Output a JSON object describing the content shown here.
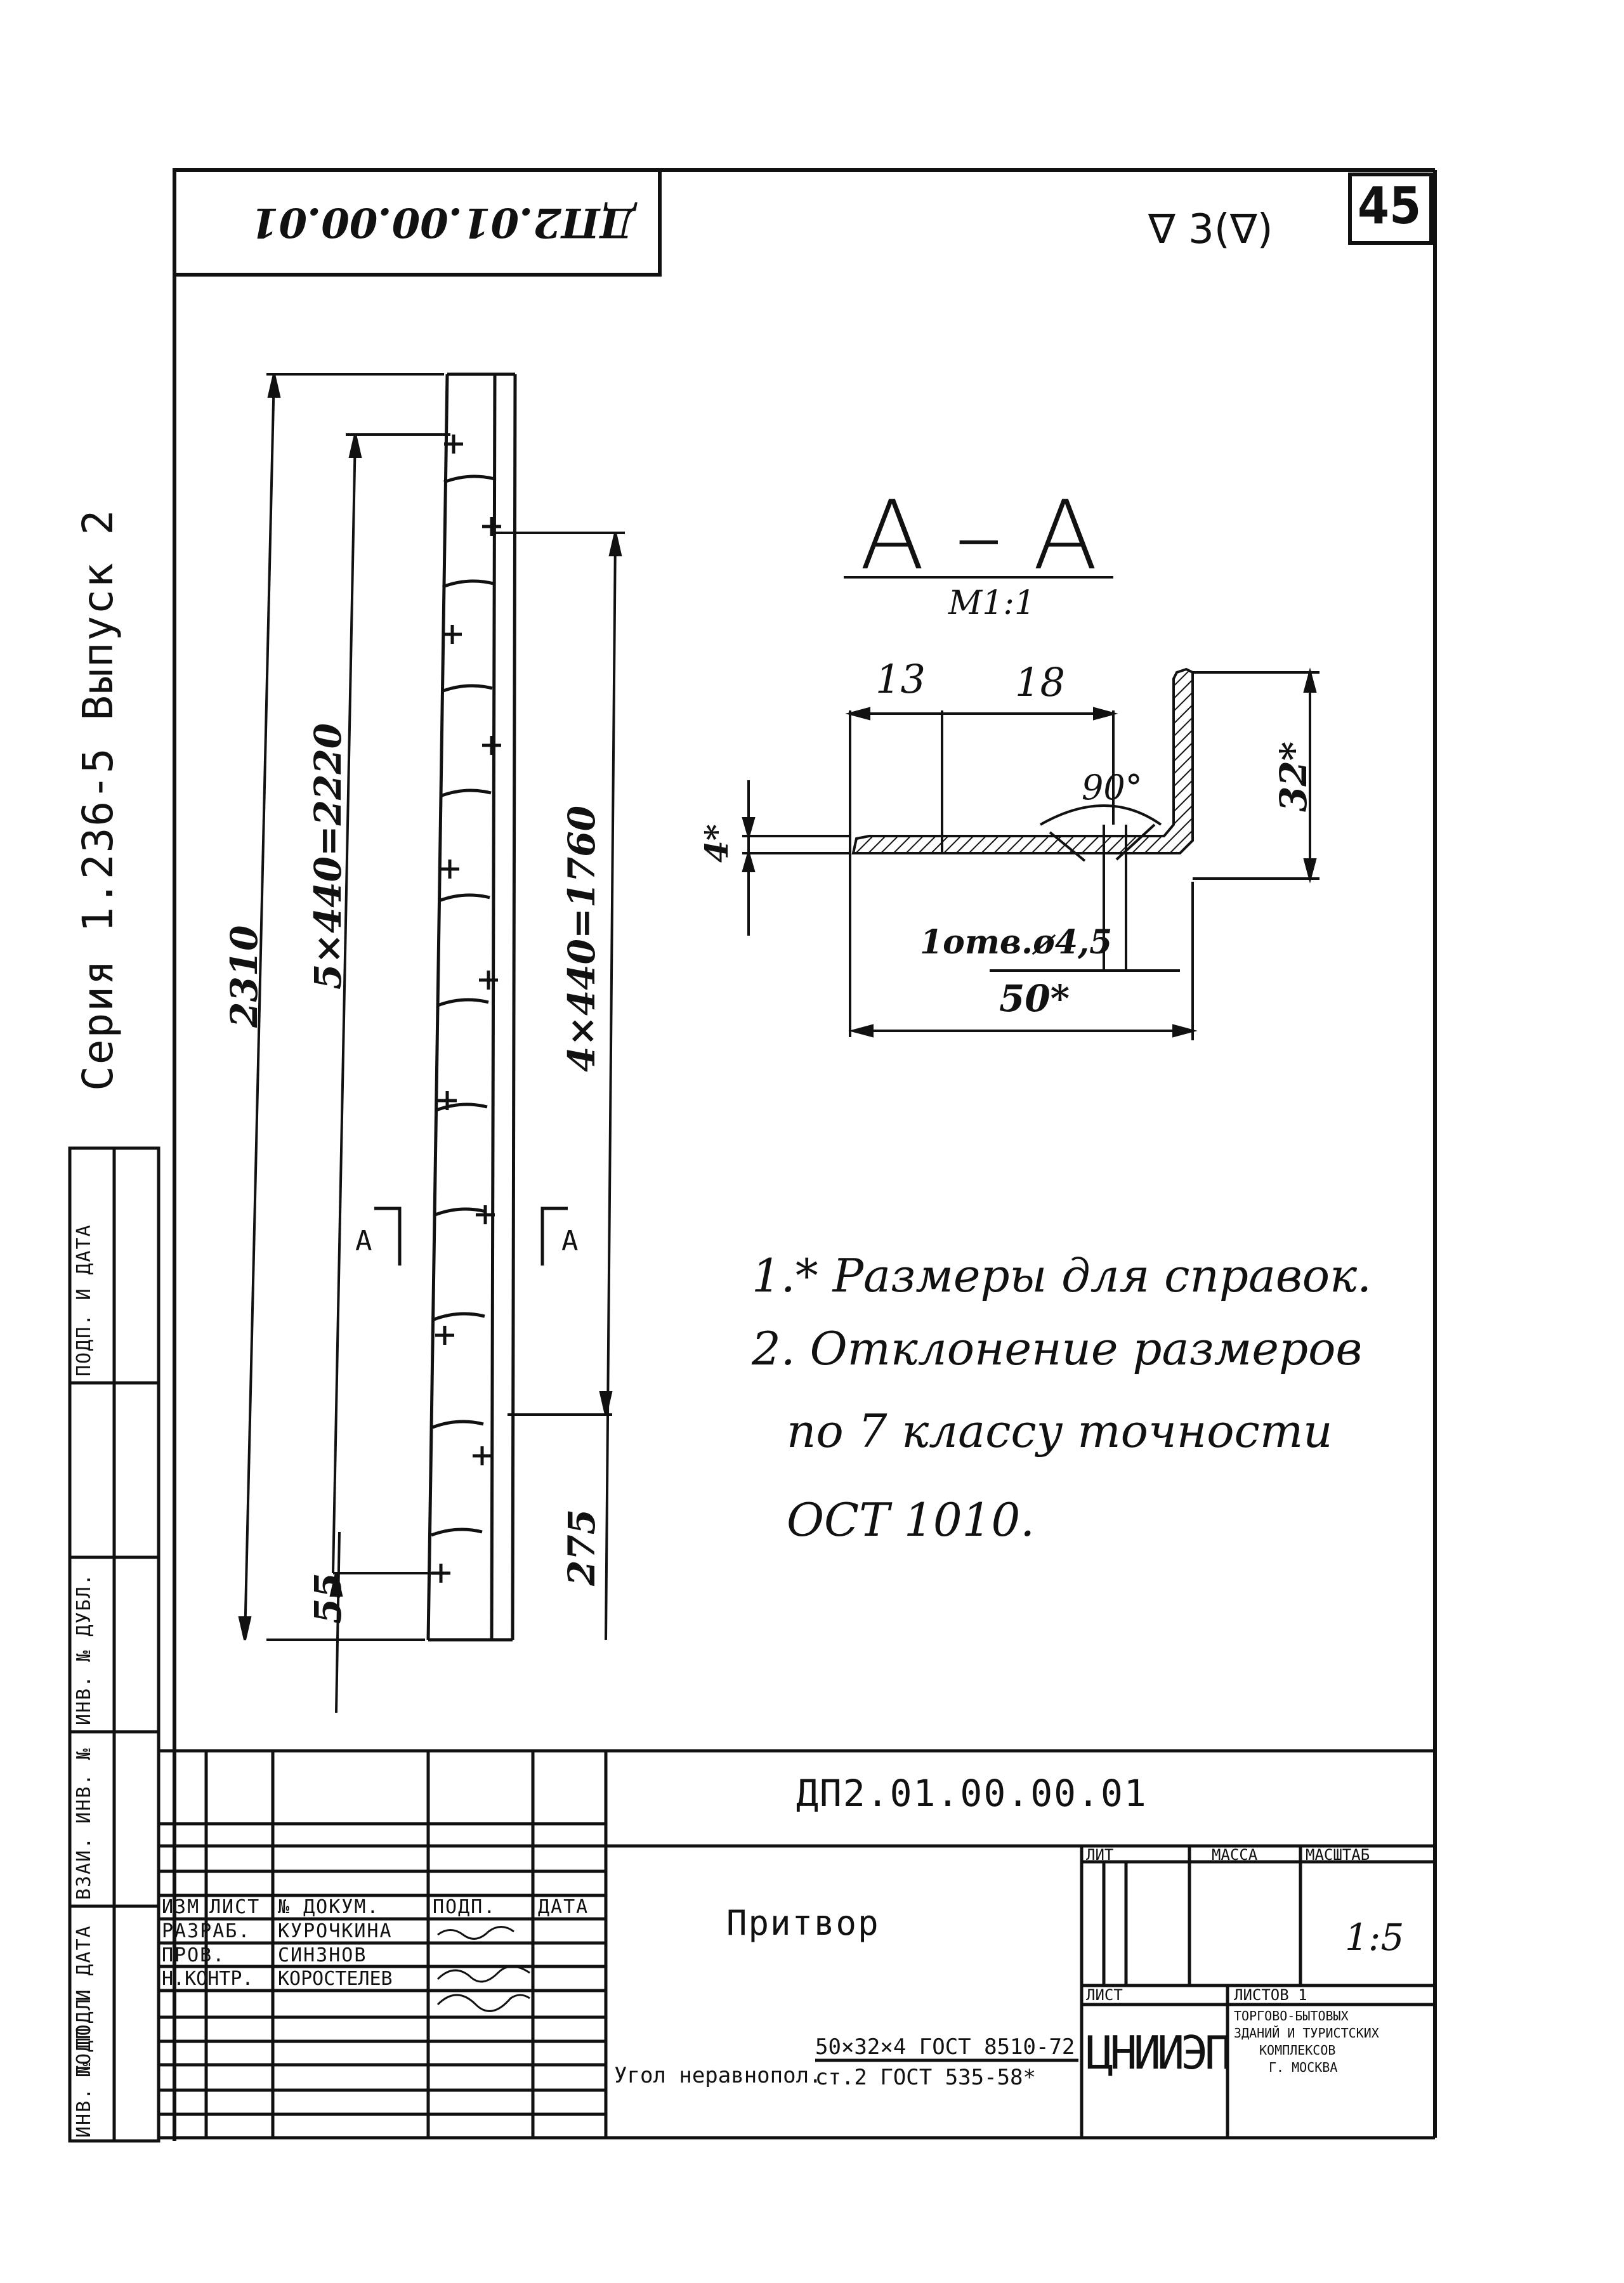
{
  "page_number": "45",
  "stamp_mirrored": "ДП2.01.00.00.01",
  "roughness": "∇ 3(∇)",
  "series": "Серия 1.236-5 Выпуск 2",
  "side_stamp": [
    "ИНВ. № ПОДЛ.",
    "ПОДП. И ДАТА",
    "ВЗАИ. ИНВ. №",
    "ИНВ. № ДУБЛ.",
    "ПОДП. И ДАТА"
  ],
  "dims": {
    "total": "2310",
    "pitch5": "5×440=2220",
    "pitch4": "4×440=1760",
    "end_offset": "55",
    "bottom_offset": "275",
    "section_mark_left": "А",
    "section_mark_right": "А"
  },
  "section": {
    "title": "А – А",
    "scale": "М1:1",
    "d13": "13",
    "d18": "18",
    "angle": "90°",
    "d32": "32*",
    "d4": "4*",
    "hole": "1отв.ø4,5",
    "d50": "50*"
  },
  "notes": [
    "1.* Размеры для справок.",
    "2. Отклонение размеров",
    "по 7 классу точности",
    "ОСТ 1010."
  ],
  "title_block": {
    "designation": "ДП2.01.00.00.01",
    "name": "Притвор",
    "material_prefix": "Угол неравнопол.",
    "material_top": "50×32×4 ГОСТ 8510-72",
    "material_bottom": "ст.2 ГОСТ 535-58*",
    "head_lit": "ЛИТ",
    "head_mass": "МАССА",
    "head_scale": "МАСШТАБ",
    "scale_value": "1:5",
    "sheet_label": "ЛИСТ",
    "sheets_label": "ЛИСТОВ 1",
    "org_logo": "ЦНИИЭП",
    "org_text": [
      "ТОРГОВО-БЫТОВЫХ",
      "ЗДАНИЙ И ТУРИСТСКИХ",
      "КОМПЛЕКСОВ",
      "Г. МОСКВА"
    ],
    "col_headers": [
      "ИЗМ",
      "ЛИСТ",
      "№ ДОКУМ.",
      "ПОДП.",
      "ДАТА"
    ],
    "rows": [
      {
        "role": "РАЗРАБ.",
        "name": "КУРОЧКИНА"
      },
      {
        "role": "ПРОВ.",
        "name": "СИНЗНОВ"
      },
      {
        "role": "Н.КОНТР.",
        "name": "КОРОСТЕЛЕВ"
      }
    ]
  }
}
